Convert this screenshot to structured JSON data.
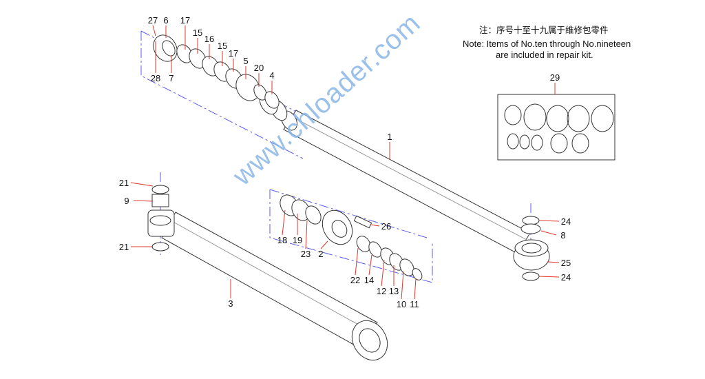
{
  "note": {
    "chinese": "注：序号十至十九属于维修包零件",
    "english_line1": "Note: Items of No.ten through No.nineteen",
    "english_line2": "are included in repair kit."
  },
  "watermark": "www.chloader.com",
  "labels": [
    "27",
    "6",
    "17",
    "15",
    "16",
    "15",
    "17",
    "5",
    "20",
    "4",
    "28",
    "7",
    "1",
    "29",
    "21",
    "9",
    "21",
    "3",
    "18",
    "19",
    "23",
    "2",
    "26",
    "22",
    "14",
    "12",
    "13",
    "10",
    "11",
    "24",
    "8",
    "25",
    "24"
  ],
  "colors": {
    "leader": "#e0352b",
    "centerline": "#4a4af0",
    "watermark": "#8ab6e6"
  }
}
